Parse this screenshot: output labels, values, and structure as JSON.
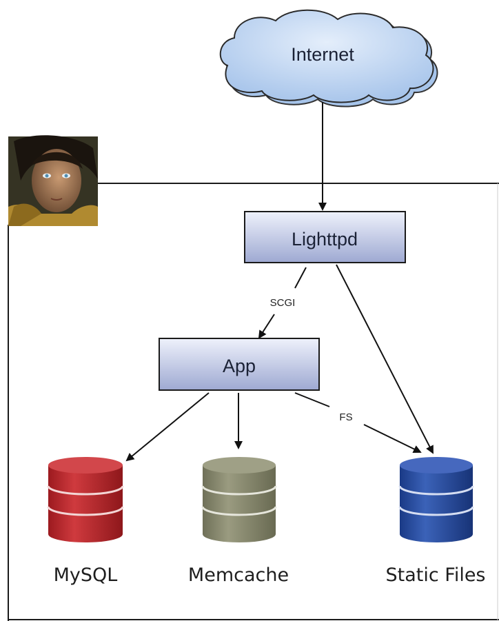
{
  "nodes": {
    "internet": "Internet",
    "lighttpd": "Lighttpd",
    "app": "App"
  },
  "edges": {
    "scgi": "SCGI",
    "fs": "FS"
  },
  "databases": {
    "mysql": {
      "label": "MySQL",
      "color": "#b3262b"
    },
    "memcache": {
      "label": "Memcache",
      "color": "#85866c"
    },
    "static_files": {
      "label": "Static Files",
      "color": "#23479a"
    }
  },
  "colors": {
    "cloud": "#b8d2f0",
    "box_top": "#eef1fb",
    "box_bottom": "#9ea9d2",
    "border": "#1a1a1a"
  },
  "icons": {
    "avatar": "portrait-thumbnail"
  }
}
